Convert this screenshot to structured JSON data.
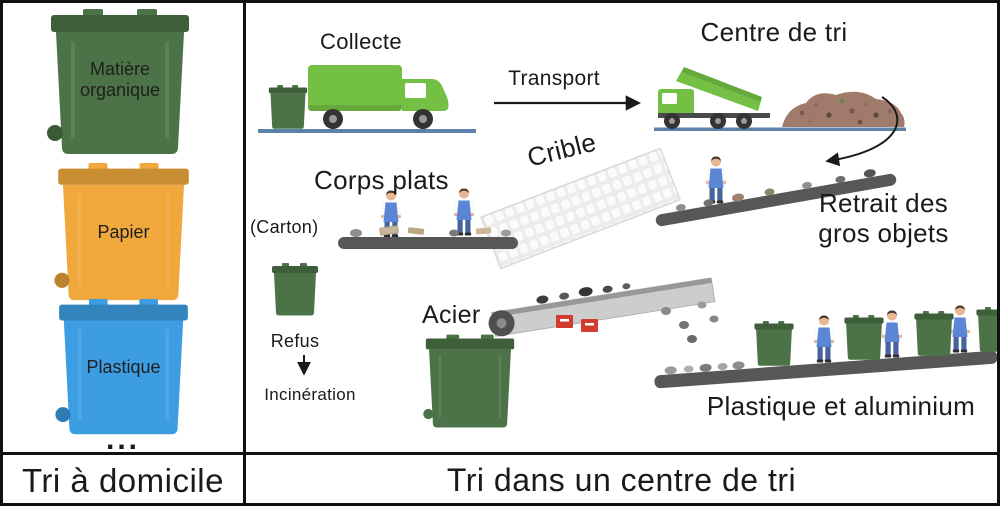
{
  "home": {
    "footer": "Tri à domicile",
    "ellipsis": "...",
    "bins": [
      {
        "label": "Matière organique",
        "color": "#4c7247"
      },
      {
        "label": "Papier",
        "color": "#f0a83c"
      },
      {
        "label": "Plastique",
        "color": "#3d9de2"
      }
    ]
  },
  "center": {
    "footer": "Tri dans un centre de tri",
    "labels": {
      "collecte": "Collecte",
      "transport": "Transport",
      "centre_de_tri": "Centre de tri",
      "crible": "Crible",
      "corps_plats": "Corps plats",
      "carton": "(Carton)",
      "retrait": "Retrait des gros objets",
      "acier": "Acier",
      "refus": "Refus",
      "incineration": "Incinération",
      "plastique_aluminium": "Plastique et aluminium"
    }
  },
  "colors": {
    "bin_green": "#4c7247",
    "truck_green": "#74c044",
    "belt_gray": "#575757",
    "ground_blue": "#5d81a8",
    "pile_brown": "#a07a6b",
    "apron_blue": "#5b86d6",
    "magnet_red": "#d23b2f"
  }
}
